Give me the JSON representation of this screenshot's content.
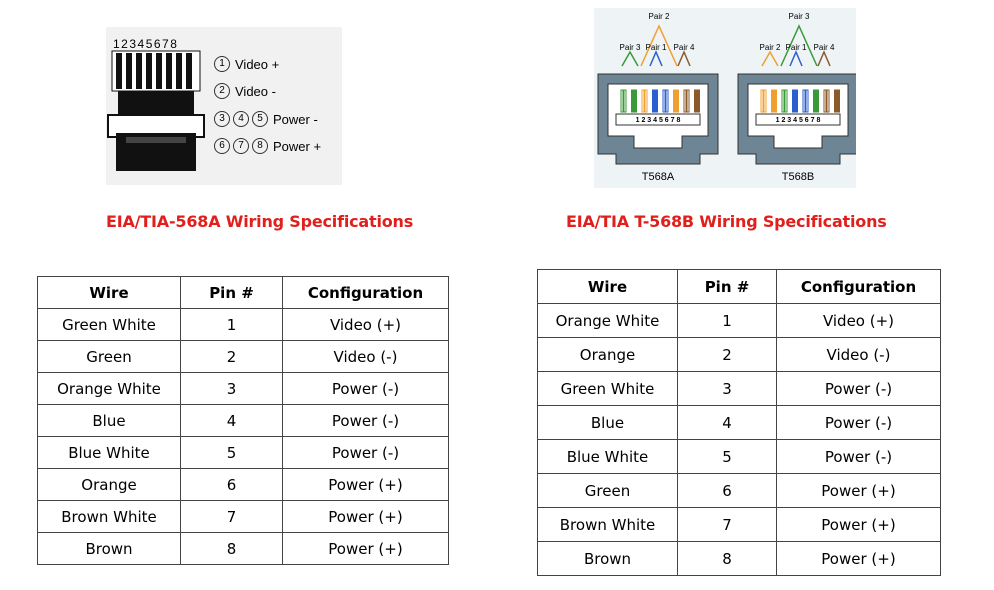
{
  "connector": {
    "pin_numbers": "12345678",
    "legend": [
      {
        "circles": [
          "1"
        ],
        "label": "Video +"
      },
      {
        "circles": [
          "2"
        ],
        "label": "Video -"
      },
      {
        "circles": [
          "3",
          "4",
          "5"
        ],
        "label": "Power -"
      },
      {
        "circles": [
          "6",
          "7",
          "8"
        ],
        "label": "Power +"
      }
    ]
  },
  "jacks": {
    "t568a": {
      "top_pair": "Pair 2",
      "pairs": [
        "Pair 3",
        "Pair 1",
        "Pair 4"
      ],
      "pins": "1 2 3 4 5 6 7 8",
      "label": "T568A"
    },
    "t568b": {
      "top_pair": "Pair 3",
      "pairs": [
        "Pair 2",
        "Pair 1",
        "Pair 4"
      ],
      "pins": "1 2 3 4 5 6 7 8",
      "label": "T568B"
    },
    "colors": {
      "green": "#3a9a3a",
      "orange": "#f0a030",
      "blue": "#2a5fd0",
      "brown": "#8a5a2a"
    }
  },
  "headings": {
    "a": "EIA/TIA-568A Wiring Specifications",
    "b": "EIA/TIA T-568B Wiring Specifications",
    "color": "#e0201c"
  },
  "table_a": {
    "headers": [
      "Wire",
      "Pin #",
      "Configuration"
    ],
    "rows": [
      [
        "Green White",
        "1",
        "Video (+)"
      ],
      [
        "Green",
        "2",
        "Video (-)"
      ],
      [
        "Orange White",
        "3",
        "Power (-)"
      ],
      [
        "Blue",
        "4",
        "Power (-)"
      ],
      [
        "Blue White",
        "5",
        "Power (-)"
      ],
      [
        "Orange",
        "6",
        "Power (+)"
      ],
      [
        "Brown White",
        "7",
        "Power (+)"
      ],
      [
        "Brown",
        "8",
        "Power (+)"
      ]
    ]
  },
  "table_b": {
    "headers": [
      "Wire",
      "Pin #",
      "Configuration"
    ],
    "rows": [
      [
        "Orange White",
        "1",
        "Video (+)"
      ],
      [
        "Orange",
        "2",
        "Video (-)"
      ],
      [
        "Green White",
        "3",
        "Power (-)"
      ],
      [
        "Blue",
        "4",
        "Power (-)"
      ],
      [
        "Blue White",
        "5",
        "Power (-)"
      ],
      [
        "Green",
        "6",
        "Power (+)"
      ],
      [
        "Brown White",
        "7",
        "Power (+)"
      ],
      [
        "Brown",
        "8",
        "Power (+)"
      ]
    ]
  }
}
